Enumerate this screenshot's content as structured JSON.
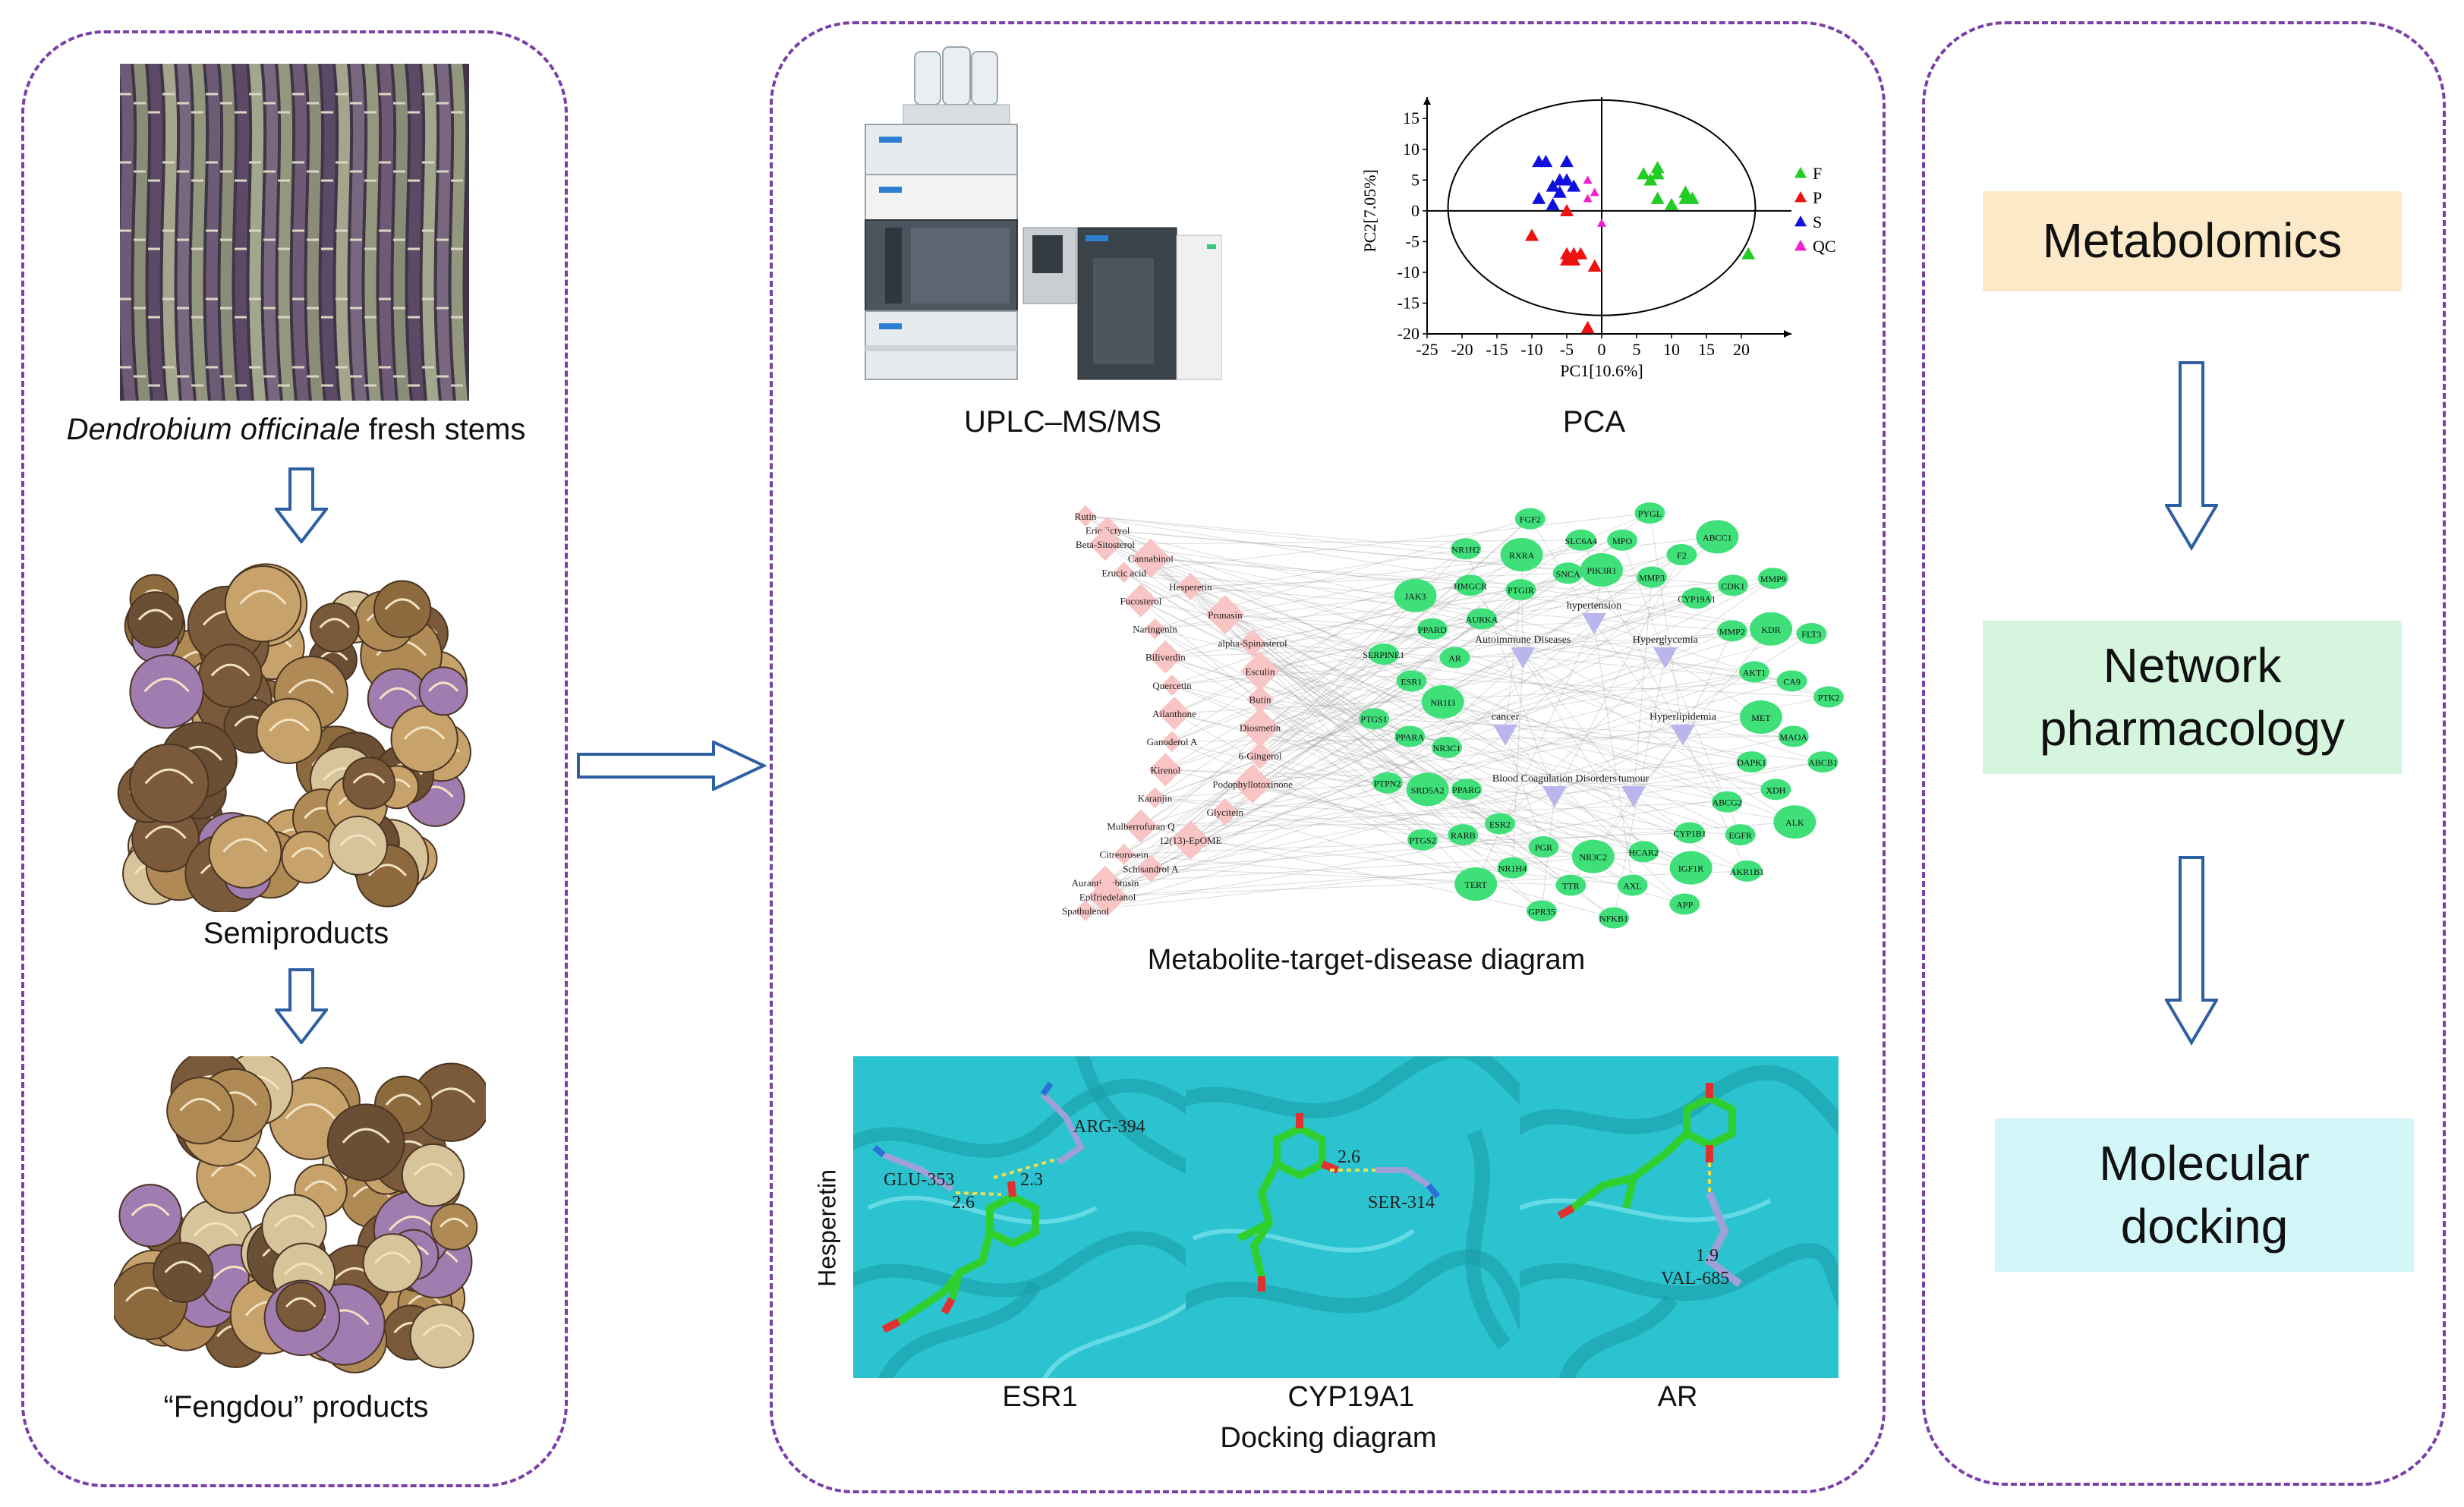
{
  "left_panel": {
    "species_italic": "Dendrobium officinale",
    "species_rest": " fresh stems",
    "semiproducts": "Semiproducts",
    "fengdou": "“Fengdou” products"
  },
  "middle_panel": {
    "uplc_label": "UPLC–MS/MS",
    "pca_label": "PCA",
    "network_title": "Metabolite-target-disease diagram",
    "docking_title": "Docking diagram",
    "docking_ligand": "Hesperetin",
    "docking_panels": [
      {
        "label": "ESR1",
        "residues": [
          "GLU-353",
          "ARG-394"
        ],
        "distances": [
          "2.6",
          "2.3"
        ]
      },
      {
        "label": "CYP19A1",
        "residues": [
          "SER-314"
        ],
        "distances": [
          "2.6"
        ]
      },
      {
        "label": "AR",
        "residues": [
          "VAL-685"
        ],
        "distances": [
          "1.9"
        ]
      }
    ]
  },
  "right_panel": {
    "steps": [
      {
        "label": "Metabolomics",
        "color": "#fbe9c7"
      },
      {
        "label": "Network pharmacology",
        "color": "#d6f5de"
      },
      {
        "label": "Molecular docking",
        "color": "#d3f6f9"
      }
    ]
  },
  "chart_data": {
    "type": "scatter",
    "xlabel": "PC1[10.6%]",
    "ylabel": "PC2[7.05%]",
    "xticks": [
      "-25",
      "-20",
      "-15",
      "-10",
      "-5",
      "0",
      "5",
      "10",
      "15",
      "20"
    ],
    "yticks": [
      "15",
      "10",
      "5",
      "0",
      "-5",
      "-10",
      "-15",
      "-20"
    ],
    "xlim": [
      -25,
      25
    ],
    "ylim": [
      -20,
      17
    ],
    "legend_position": "right",
    "series": [
      {
        "name": "F",
        "color": "#22cc22",
        "marker": "triangle",
        "points": [
          [
            6,
            6
          ],
          [
            8,
            7
          ],
          [
            8,
            6
          ],
          [
            7,
            5
          ],
          [
            8,
            2
          ],
          [
            10,
            1
          ],
          [
            12,
            2
          ],
          [
            12,
            3
          ],
          [
            13,
            2
          ],
          [
            21,
            -7
          ]
        ]
      },
      {
        "name": "P",
        "color": "#ee1111",
        "marker": "triangle",
        "points": [
          [
            -10,
            -4
          ],
          [
            -5,
            -7
          ],
          [
            -4,
            -7
          ],
          [
            -4,
            -8
          ],
          [
            -5,
            -8
          ],
          [
            -3,
            -7
          ],
          [
            -1,
            -9
          ],
          [
            -2,
            -19
          ],
          [
            -5,
            0
          ]
        ]
      },
      {
        "name": "S",
        "color": "#1111dd",
        "marker": "triangle",
        "points": [
          [
            -9,
            8
          ],
          [
            -8,
            8
          ],
          [
            -6,
            5
          ],
          [
            -5,
            5
          ],
          [
            -7,
            4
          ],
          [
            -6,
            3
          ],
          [
            -7,
            1
          ],
          [
            -9,
            2
          ],
          [
            -4,
            4
          ],
          [
            -5,
            8
          ]
        ]
      },
      {
        "name": "QC",
        "color": "#ee22cc",
        "marker": "triangle",
        "points": [
          [
            -2,
            5
          ],
          [
            -1,
            3
          ],
          [
            -2,
            2
          ],
          [
            0,
            -2
          ]
        ]
      }
    ]
  },
  "network": {
    "metabolites_left": [
      "Rutin",
      "Eriodictyol",
      "Beta-Sitosterol",
      "Cannabinol",
      "Erucic acid",
      "Hesperetin",
      "Fucosterol",
      "Prunasin",
      "Naringenin",
      "alpha-Spinasterol",
      "Biliverdin",
      "Esculin",
      "Quercetin",
      "Butin",
      "Ailanthone",
      "Diosmetin",
      "Ganoderol A",
      "6-Gingerol",
      "Kirenol",
      "Podophyllotoxinone",
      "Karanjin",
      "Glycitein",
      "Mulberrofuran Q",
      "12(13)-EpOME",
      "Citreorosein",
      "Schisandrol A",
      "Aurantio-obtusin",
      "Epifriedelanol",
      "Spathulenol"
    ],
    "targets": [
      "PIK3R1",
      "MPO",
      "PYGL",
      "MMP3",
      "F2",
      "ABCC1",
      "CYP19A1",
      "CDK1",
      "MMP9",
      "MMP2",
      "KDR",
      "FLT3",
      "AKT1",
      "CA9",
      "PTK2",
      "MET",
      "MAOA",
      "ABCB1",
      "DAPK1",
      "XDH",
      "ALK",
      "ABCG2",
      "EGFR",
      "AKR1B1",
      "CYP1B1",
      "IGF1R",
      "APP",
      "HCAR2",
      "AXL",
      "NFKB1",
      "NR3C2",
      "TTR",
      "GPR35",
      "PGR",
      "NR1H4",
      "TERT",
      "ESR2",
      "RARB",
      "PTGS2",
      "PPARG",
      "SRD5A2",
      "PTPN2",
      "NR3C1",
      "PPARA",
      "PTGS1",
      "NR1I3",
      "ESR1",
      "SERPINE1",
      "AR",
      "PPARD",
      "JAK3",
      "AURKA",
      "HMGCR",
      "NR1H2",
      "PTGIR",
      "RXRA",
      "FGF2",
      "SNCA",
      "SLC6A4"
    ],
    "diseases": [
      "hypertension",
      "Hyperglycemia",
      "Hyperlipidemia",
      "tumour",
      "Blood Coagulation Disorders",
      "cancer",
      "Autoimmune Diseases"
    ]
  }
}
